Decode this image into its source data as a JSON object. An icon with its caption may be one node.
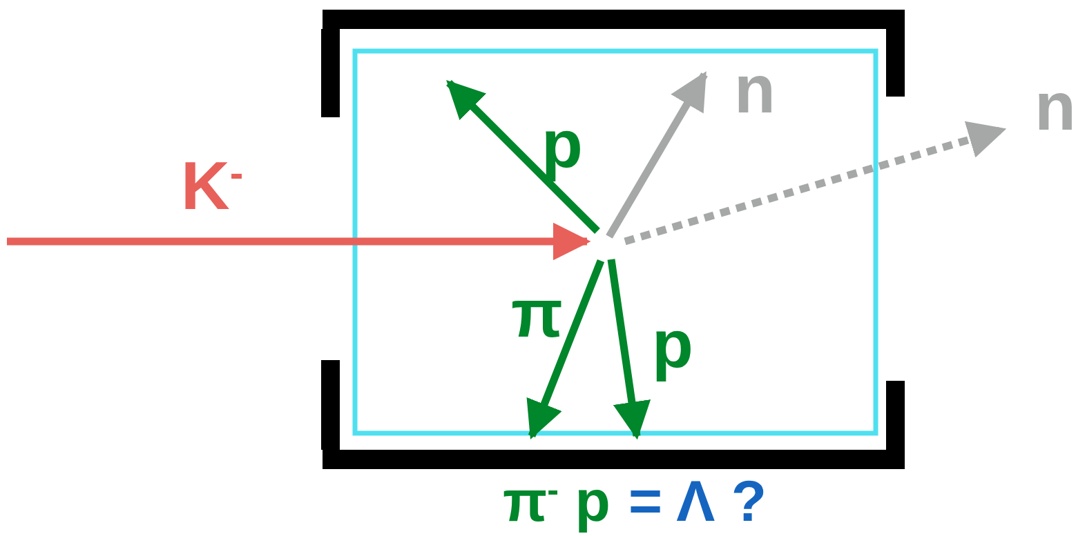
{
  "diagram": {
    "labels": [
      "K$^{-}$",
      "p",
      "n",
      "n",
      "π",
      "p",
      "π$^{-}$ p",
      "= Λ ?"
    ]
  }
}
